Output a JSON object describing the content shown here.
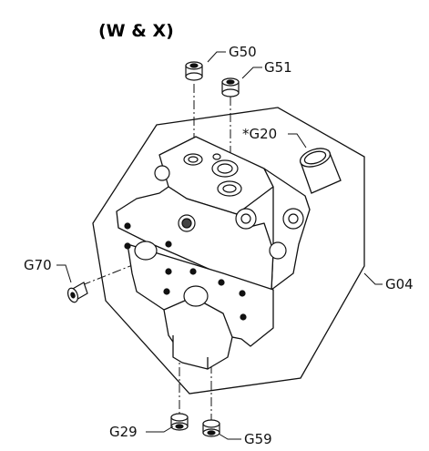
{
  "title": "(W & X)",
  "callouts": {
    "g50": "G50",
    "g51": "G51",
    "g20": "*G20",
    "g70": "G70",
    "g04": "G04",
    "g29": "G29",
    "g59": "G59"
  }
}
